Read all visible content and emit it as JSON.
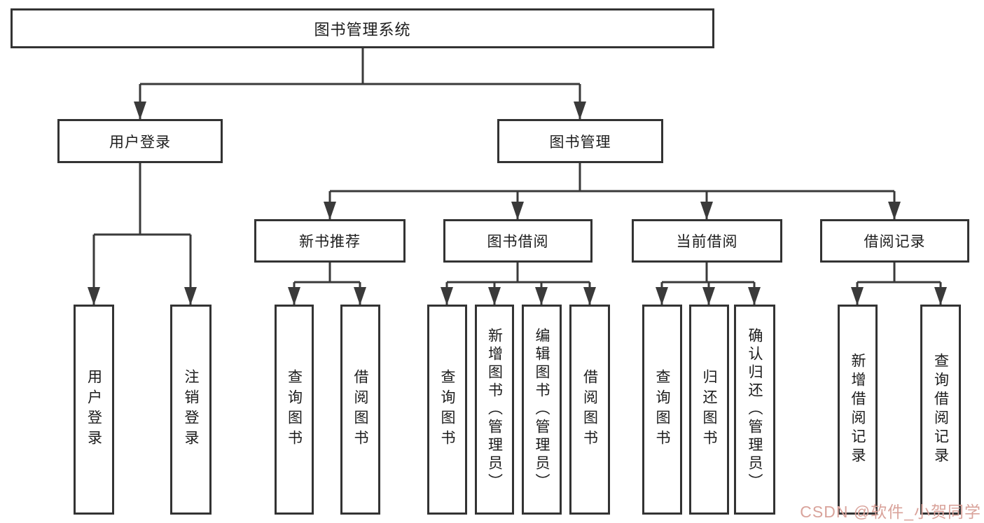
{
  "nodes": {
    "root": "图书管理系统",
    "user_login": "用户登录",
    "book_management": "图书管理",
    "new_book_recommend": "新书推荐",
    "book_borrow": "图书借阅",
    "current_borrow": "当前借阅",
    "borrow_record": "借阅记录",
    "user_login_leaf": "用户登录",
    "logout_leaf": "注销登录",
    "query_book_1": "查询图书",
    "borrow_book_1": "借阅图书",
    "query_book_2": "查询图书",
    "add_book_admin": "新增图书（管理员）",
    "edit_book_admin": "编辑图书（管理员）",
    "borrow_book_2": "借阅图书",
    "query_book_3": "查询图书",
    "return_book": "归还图书",
    "confirm_return_admin": "确认归还（管理员）",
    "add_borrow_record": "新增借阅记录",
    "query_borrow_record": "查询借阅记录"
  },
  "hierarchy": {
    "root": "图书管理系统",
    "children": [
      {
        "label": "用户登录",
        "children": [
          "用户登录",
          "注销登录"
        ]
      },
      {
        "label": "图书管理",
        "children": [
          {
            "label": "新书推荐",
            "children": [
              "查询图书",
              "借阅图书"
            ]
          },
          {
            "label": "图书借阅",
            "children": [
              "查询图书",
              "新增图书（管理员）",
              "编辑图书（管理员）",
              "借阅图书"
            ]
          },
          {
            "label": "当前借阅",
            "children": [
              "查询图书",
              "归还图书",
              "确认归还（管理员）"
            ]
          },
          {
            "label": "借阅记录",
            "children": [
              "新增借阅记录",
              "查询借阅记录"
            ]
          }
        ]
      }
    ]
  },
  "watermark": {
    "text": "CSDN @软件_小贺同学",
    "color": "#d9a39b"
  },
  "colors": {
    "line": "#3a3a3a",
    "box_border": "#333333",
    "text": "#1c1c1c",
    "background": "#ffffff"
  }
}
